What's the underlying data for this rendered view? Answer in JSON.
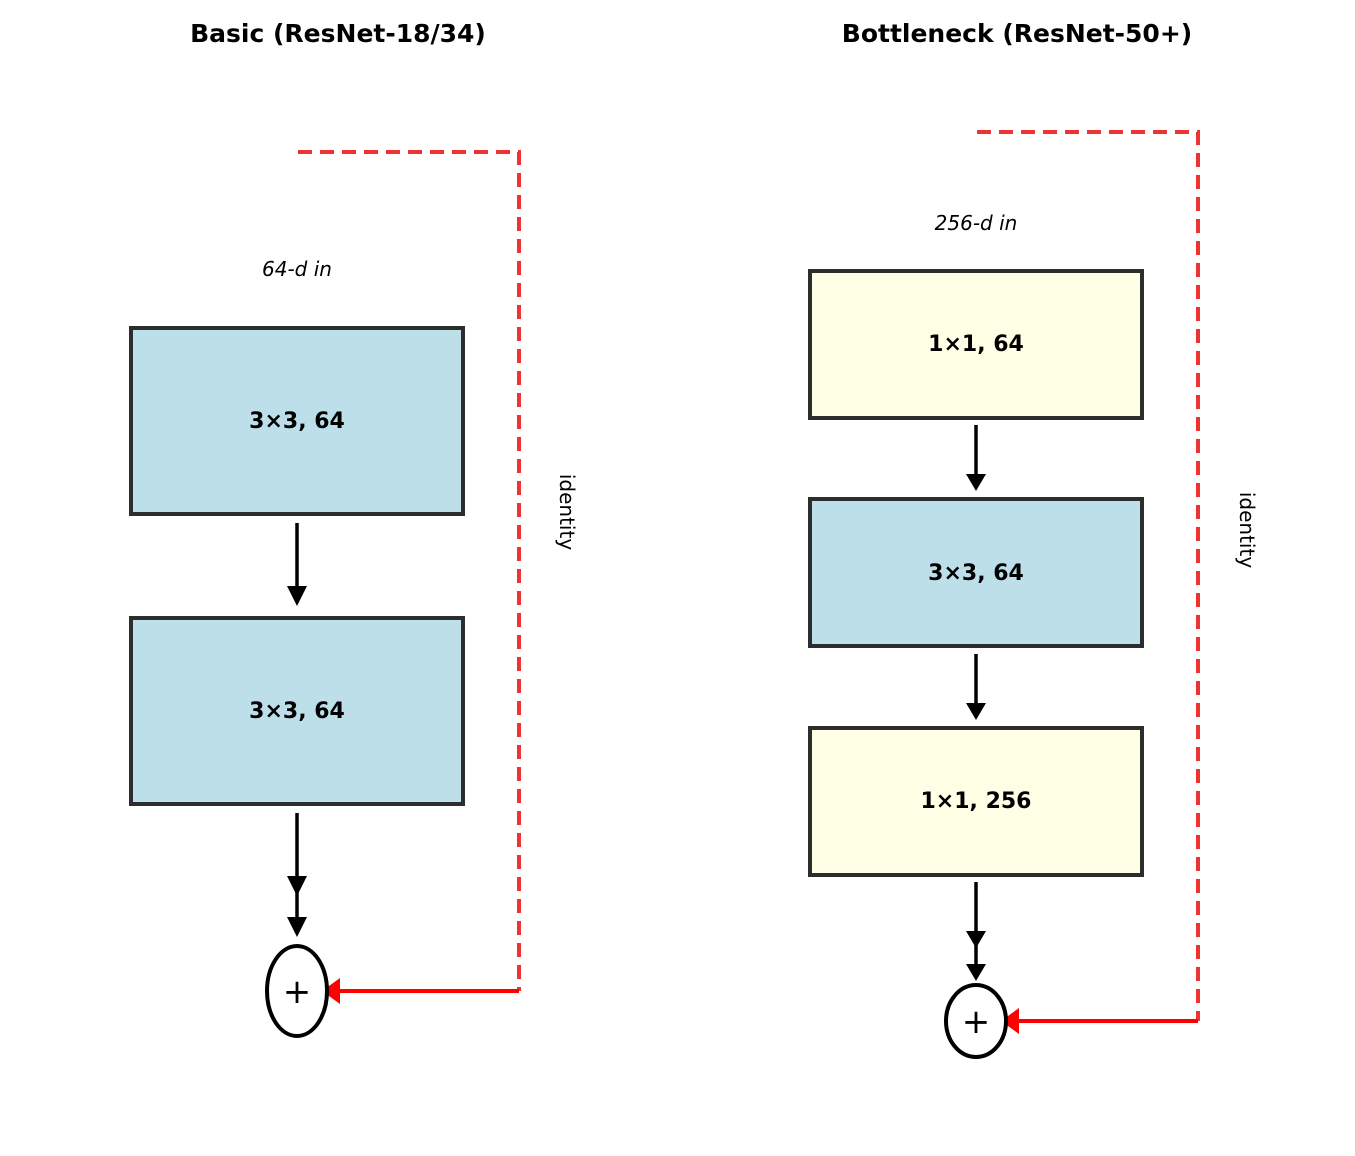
{
  "colors": {
    "conv3x3": "#bddfea",
    "conv1x1": "#ffffe6",
    "box_border": "#2d2d2d",
    "skip": "#ee3333",
    "skip_arrow": "#ff0000"
  },
  "basic": {
    "title": "Basic (ResNet-18/34)",
    "input_label": "64-d in",
    "layers": [
      {
        "label": "3×3, 64",
        "kind": "conv3x3"
      },
      {
        "label": "3×3, 64",
        "kind": "conv3x3"
      }
    ],
    "sum_symbol": "+",
    "skip_label": "identity"
  },
  "bottleneck": {
    "title": "Bottleneck (ResNet-50+)",
    "input_label": "256-d in",
    "layers": [
      {
        "label": "1×1, 64",
        "kind": "conv1x1"
      },
      {
        "label": "3×3, 64",
        "kind": "conv3x3"
      },
      {
        "label": "1×1, 256",
        "kind": "conv1x1"
      }
    ],
    "sum_symbol": "+",
    "skip_label": "identity"
  }
}
